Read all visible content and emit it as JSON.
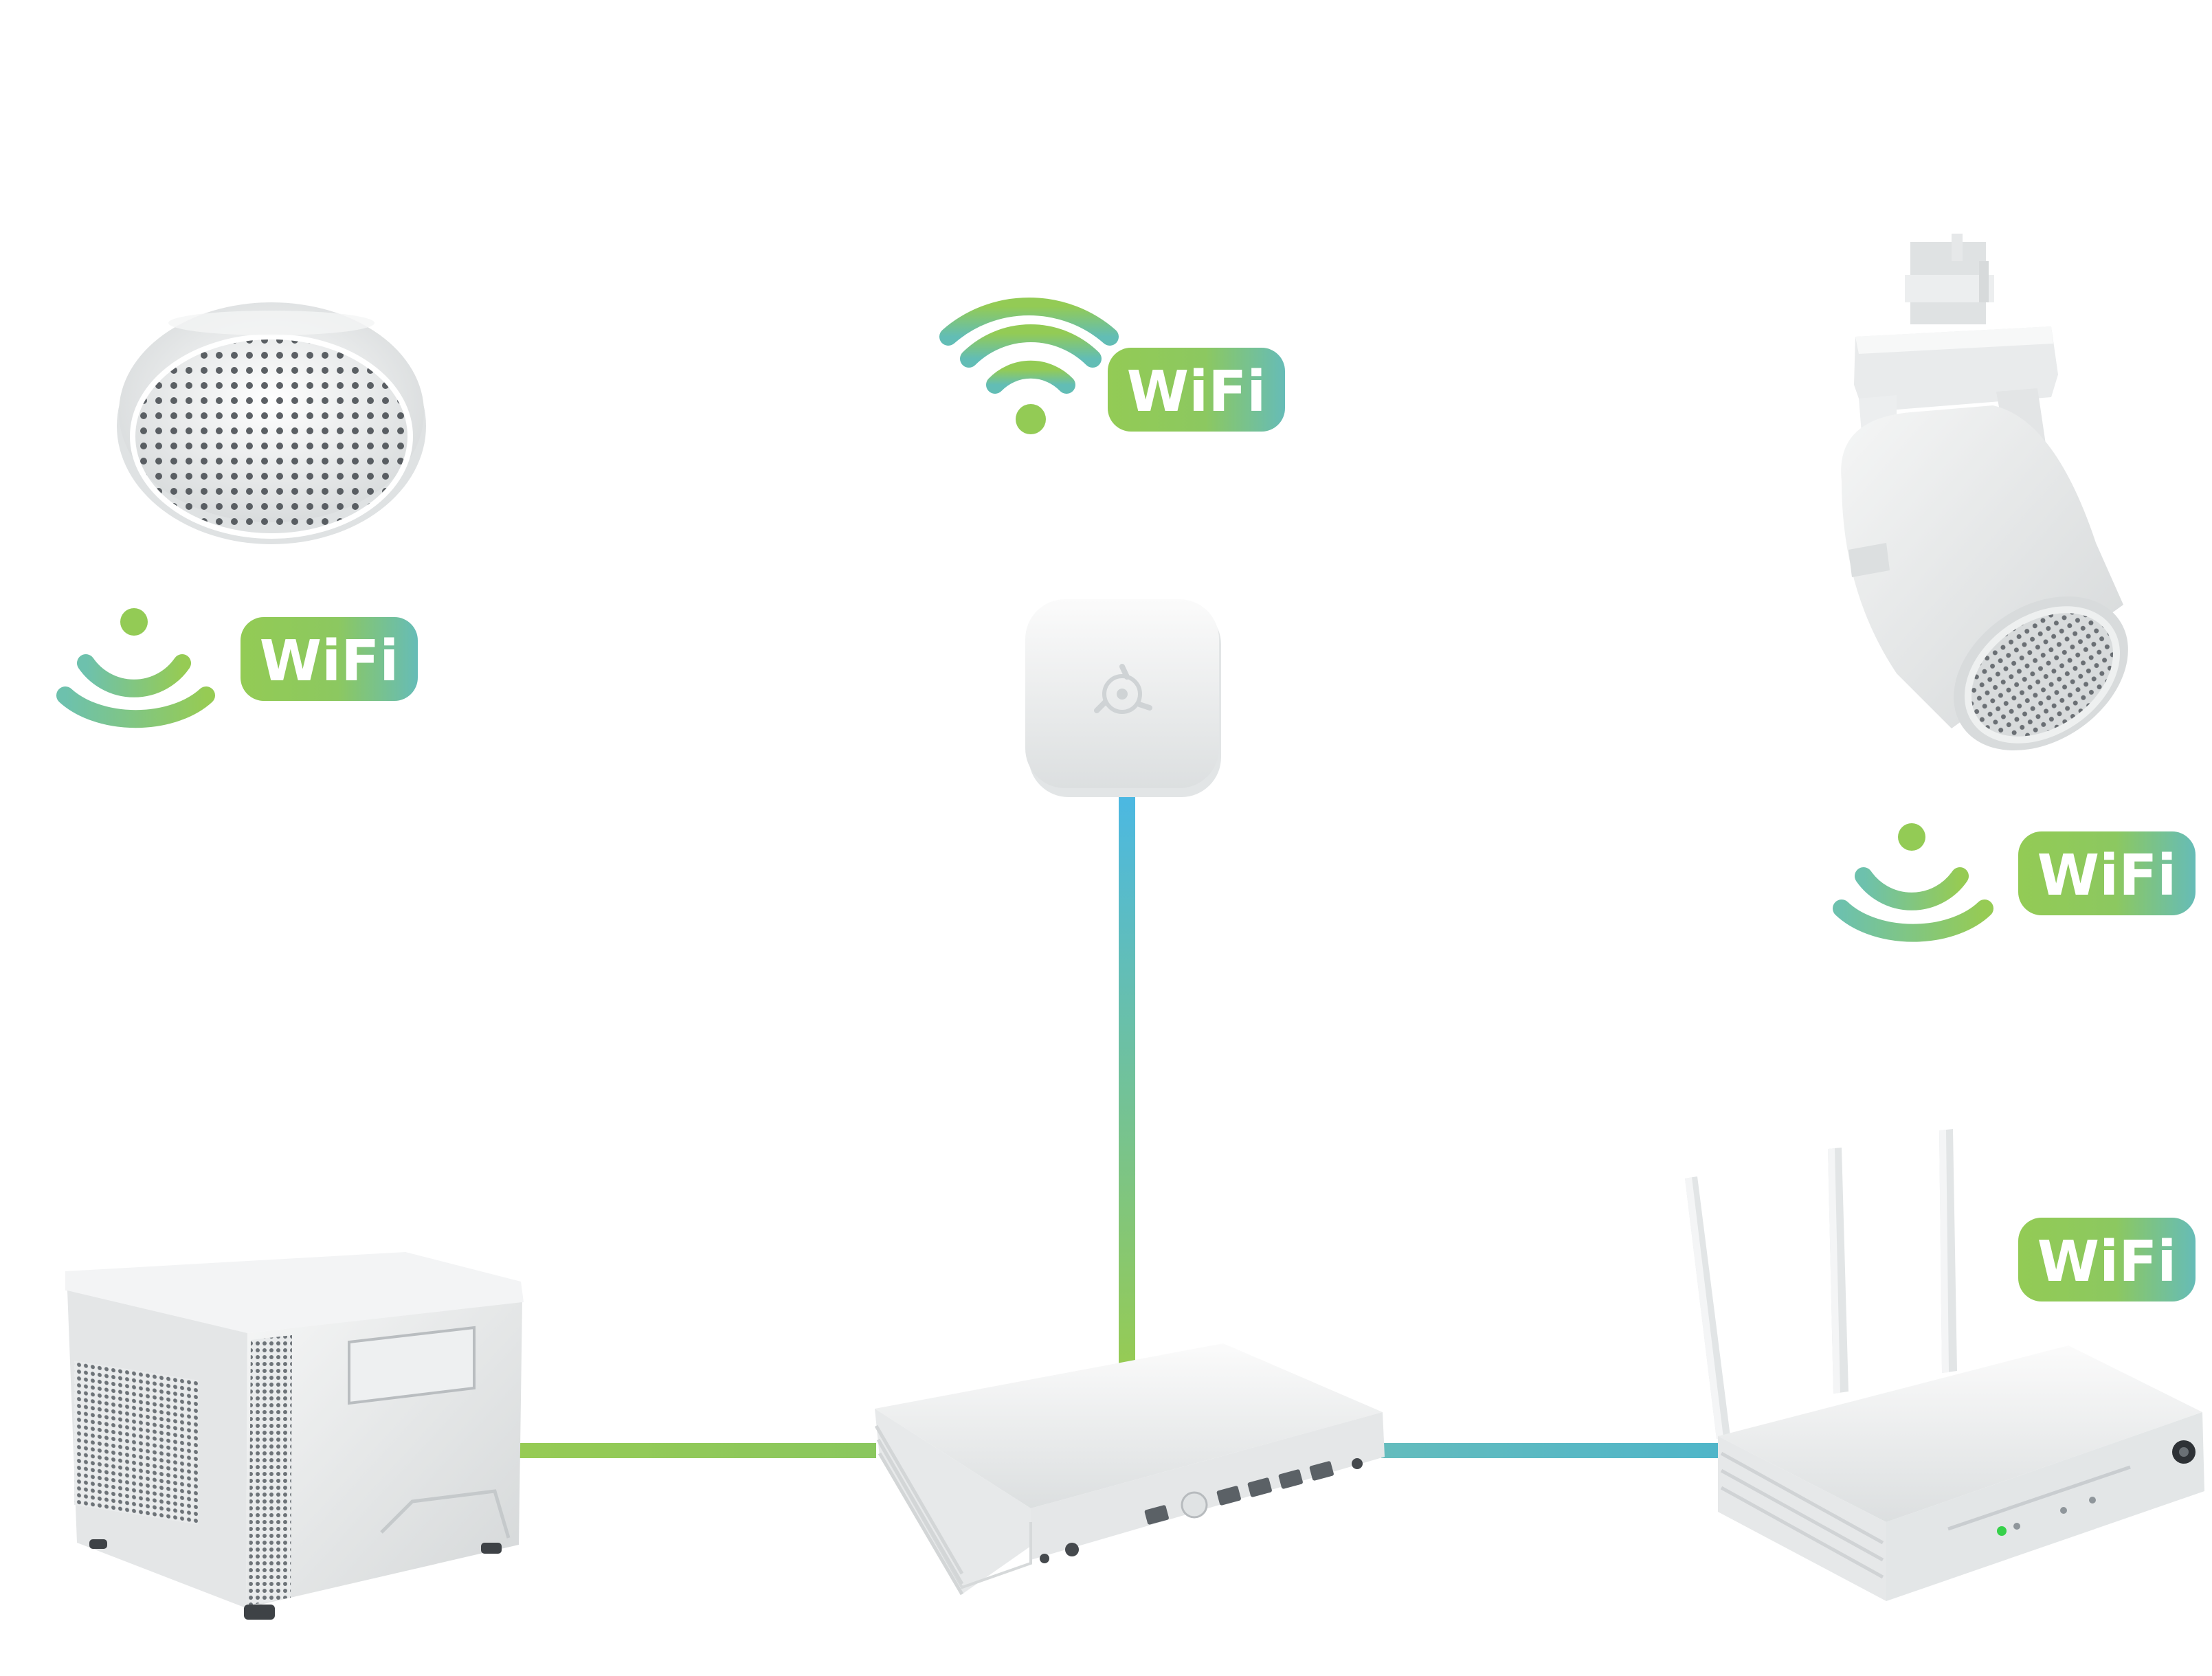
{
  "badges": {
    "center": "WiFi",
    "left": "WiFi",
    "right_mid": "WiFi",
    "right_bottom": "WiFi"
  },
  "colors": {
    "green": "#8fca5a",
    "teal": "#5bbdc0",
    "blue": "#4bb8e3",
    "device": "#eceeef"
  },
  "devices": [
    {
      "name": "ceiling-speaker",
      "wireless": true
    },
    {
      "name": "access-point",
      "wireless": true
    },
    {
      "name": "track-spotlight",
      "wireless": true
    },
    {
      "name": "server-box",
      "wireless": false
    },
    {
      "name": "network-switch",
      "wireless": false
    },
    {
      "name": "wifi-router",
      "wireless": true
    }
  ]
}
